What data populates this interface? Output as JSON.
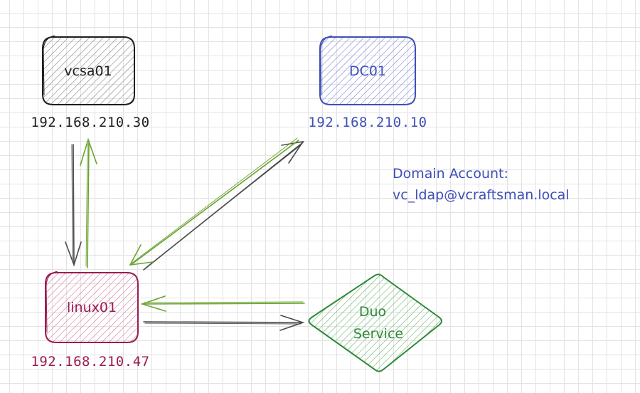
{
  "nodes": {
    "vcsa": {
      "label": "vcsa01",
      "ip": "192.168.210.30",
      "color": "#1e1e1e",
      "fill": "#a0a0a0"
    },
    "dc": {
      "label": "DC01",
      "ip": "192.168.210.10",
      "color": "#3f4fb7",
      "fill": "#5b6ad6"
    },
    "linux": {
      "label": "linux01",
      "ip": "192.168.210.47",
      "color": "#9b1b52",
      "fill": "#c2185b"
    },
    "duo": {
      "label_line1": "Duo",
      "label_line2": "Service",
      "color": "#2f8a3a",
      "fill": "#43a047"
    }
  },
  "note": {
    "line1": "Domain Account:",
    "line2": "vc_ldap@vcraftsman.local",
    "color": "#3f4fb7"
  },
  "arrow_colors": {
    "request": "#4a4a4a",
    "response": "#6aa32f"
  }
}
